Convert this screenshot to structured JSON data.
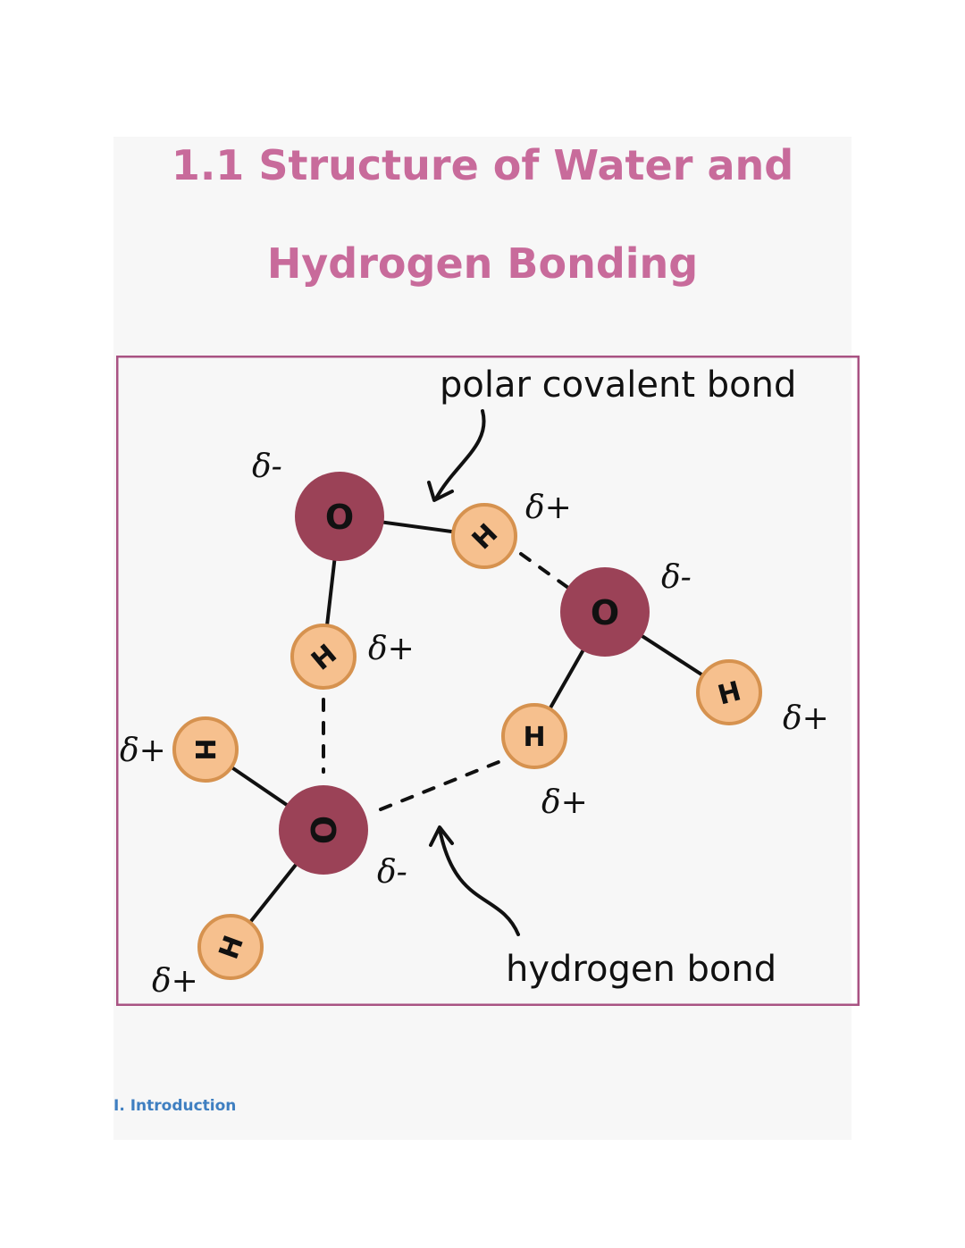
{
  "title": {
    "line1": "1.1 Structure of Water and",
    "line2": "Hydrogen Bonding"
  },
  "diagram": {
    "labels": {
      "polar_covalent_bond": "polar covalent bond",
      "hydrogen_bond": "hydrogen bond"
    },
    "atoms": {
      "oxygen": "O",
      "hydrogen": "H"
    },
    "charges": {
      "partial_negative": "δ-",
      "partial_positive": "δ+"
    },
    "colors": {
      "oxygen": "#9b4257",
      "hydrogen": "#f6c08e",
      "hydrogen_outline": "#d6924f",
      "frame": "#a95383"
    }
  },
  "footer": {
    "section": "I. Introduction"
  }
}
